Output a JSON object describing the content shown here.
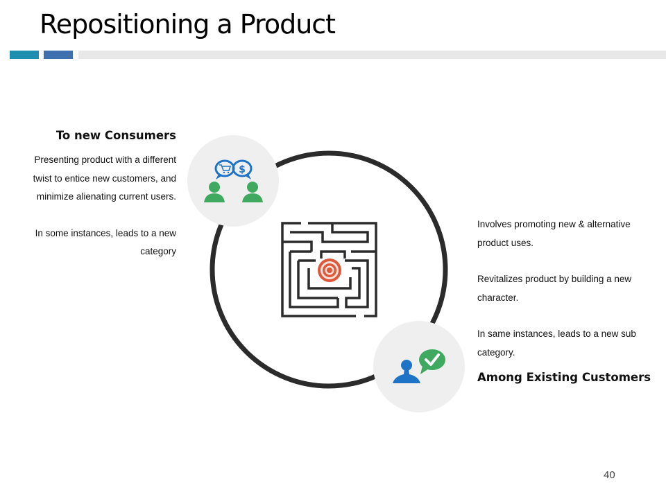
{
  "slide": {
    "title": "Repositioning a Product",
    "page_number": "40",
    "accent_colors": [
      "#1e8fb0",
      "#3e6fae",
      "#e8e8e8"
    ]
  },
  "left_section": {
    "heading": "To new Consumers",
    "paragraphs": [
      "Presenting product with a different twist to entice new customers, and minimize alienating current users.",
      "In some instances, leads to a new category"
    ],
    "icon": "customers-exchange-icon"
  },
  "right_section": {
    "paragraphs": [
      "Involves promoting new & alternative product uses.",
      "Revitalizes product by building a new character.",
      "In same instances, leads to a new sub category."
    ],
    "heading": "Among Existing Customers",
    "icon": "customer-approval-icon"
  },
  "center": {
    "icon": "maze-target-icon"
  },
  "colors": {
    "ring": "#2b2b2b",
    "icon_circle_bg": "#efefef",
    "blue": "#1f73c7",
    "green": "#3fa95f",
    "target_red": "#e0583a",
    "maze": "#2b2b2b"
  }
}
